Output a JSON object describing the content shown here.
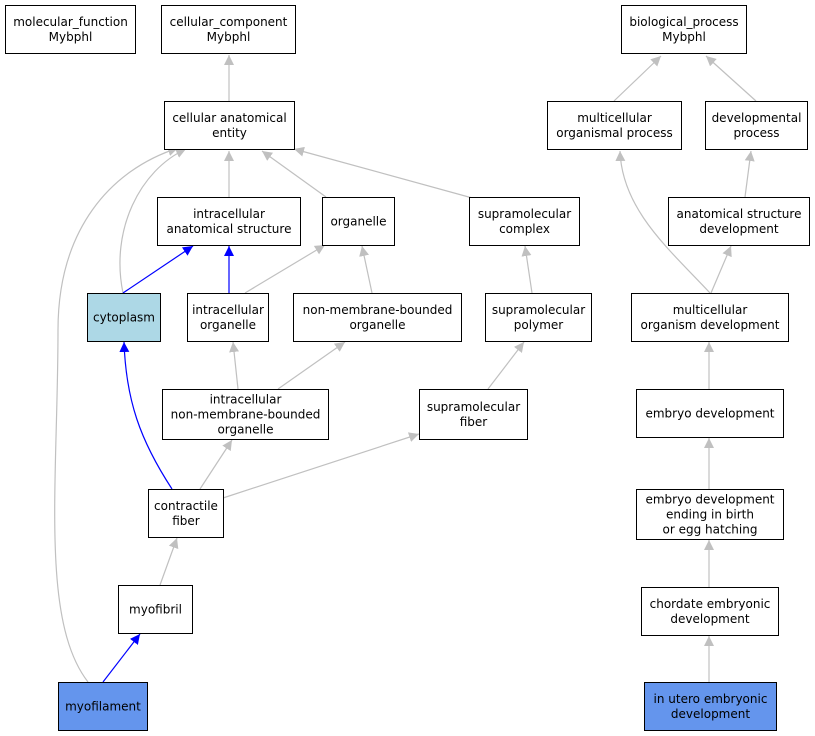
{
  "colors": {
    "default_fill": "#ffffff",
    "cytoplasm_fill": "#add8e6",
    "highlight_fill": "#6495ed",
    "edge_gray": "#c0c0c0",
    "edge_blue": "#0000ff",
    "border": "#000000"
  },
  "nodes": [
    {
      "id": "molecular_function",
      "lines": [
        "molecular_function",
        "Mybphl"
      ],
      "fill": "default"
    },
    {
      "id": "cellular_component",
      "lines": [
        "cellular_component",
        "Mybphl"
      ],
      "fill": "default"
    },
    {
      "id": "biological_process",
      "lines": [
        "biological_process",
        "Mybphl"
      ],
      "fill": "default"
    },
    {
      "id": "cellular_anatomical_entity",
      "lines": [
        "cellular anatomical",
        "entity"
      ],
      "fill": "default"
    },
    {
      "id": "multicellular_organismal_process",
      "lines": [
        "multicellular",
        "organismal process"
      ],
      "fill": "default"
    },
    {
      "id": "developmental_process",
      "lines": [
        "developmental",
        "process"
      ],
      "fill": "default"
    },
    {
      "id": "intracellular_anatomical_structure",
      "lines": [
        "intracellular",
        "anatomical structure"
      ],
      "fill": "default"
    },
    {
      "id": "organelle",
      "lines": [
        "organelle"
      ],
      "fill": "default"
    },
    {
      "id": "supramolecular_complex",
      "lines": [
        "supramolecular",
        "complex"
      ],
      "fill": "default"
    },
    {
      "id": "anatomical_structure_development",
      "lines": [
        "anatomical structure",
        "development"
      ],
      "fill": "default"
    },
    {
      "id": "cytoplasm",
      "lines": [
        "cytoplasm"
      ],
      "fill": "cytoplasm"
    },
    {
      "id": "intracellular_organelle",
      "lines": [
        "intracellular",
        "organelle"
      ],
      "fill": "default"
    },
    {
      "id": "non_membrane_bounded_organelle",
      "lines": [
        "non-membrane-bounded",
        "organelle"
      ],
      "fill": "default"
    },
    {
      "id": "supramolecular_polymer",
      "lines": [
        "supramolecular",
        "polymer"
      ],
      "fill": "default"
    },
    {
      "id": "multicellular_organism_development",
      "lines": [
        "multicellular",
        "organism development"
      ],
      "fill": "default"
    },
    {
      "id": "intracellular_nmb_organelle",
      "lines": [
        "intracellular",
        "non-membrane-bounded",
        "organelle"
      ],
      "fill": "default"
    },
    {
      "id": "supramolecular_fiber",
      "lines": [
        "supramolecular",
        "fiber"
      ],
      "fill": "default"
    },
    {
      "id": "embryo_development",
      "lines": [
        "embryo development"
      ],
      "fill": "default"
    },
    {
      "id": "contractile_fiber",
      "lines": [
        "contractile",
        "fiber"
      ],
      "fill": "default"
    },
    {
      "id": "embryo_development_birth",
      "lines": [
        "embryo development",
        "ending in birth",
        "or egg hatching"
      ],
      "fill": "default"
    },
    {
      "id": "myofibril",
      "lines": [
        "myofibril"
      ],
      "fill": "default"
    },
    {
      "id": "chordate_embryonic_development",
      "lines": [
        "chordate embryonic",
        "development"
      ],
      "fill": "default"
    },
    {
      "id": "myofilament",
      "lines": [
        "myofilament"
      ],
      "fill": "highlight"
    },
    {
      "id": "in_utero_embryonic_development",
      "lines": [
        "in utero embryonic",
        "development"
      ],
      "fill": "highlight"
    }
  ],
  "edges": [
    {
      "from": "cellular_anatomical_entity",
      "to": "cellular_component",
      "color": "gray"
    },
    {
      "from": "multicellular_organismal_process",
      "to": "biological_process",
      "color": "gray"
    },
    {
      "from": "developmental_process",
      "to": "biological_process",
      "color": "gray"
    },
    {
      "from": "intracellular_anatomical_structure",
      "to": "cellular_anatomical_entity",
      "color": "gray"
    },
    {
      "from": "organelle",
      "to": "cellular_anatomical_entity",
      "color": "gray"
    },
    {
      "from": "supramolecular_complex",
      "to": "cellular_anatomical_entity",
      "color": "gray"
    },
    {
      "from": "cytoplasm",
      "to": "cellular_anatomical_entity",
      "color": "gray"
    },
    {
      "from": "myofilament",
      "to": "cellular_anatomical_entity",
      "color": "gray"
    },
    {
      "from": "anatomical_structure_development",
      "to": "developmental_process",
      "color": "gray"
    },
    {
      "from": "cytoplasm",
      "to": "intracellular_anatomical_structure",
      "color": "blue"
    },
    {
      "from": "intracellular_organelle",
      "to": "intracellular_anatomical_structure",
      "color": "blue"
    },
    {
      "from": "intracellular_organelle",
      "to": "organelle",
      "color": "gray"
    },
    {
      "from": "non_membrane_bounded_organelle",
      "to": "organelle",
      "color": "gray"
    },
    {
      "from": "supramolecular_polymer",
      "to": "supramolecular_complex",
      "color": "gray"
    },
    {
      "from": "multicellular_organism_development",
      "to": "anatomical_structure_development",
      "color": "gray"
    },
    {
      "from": "multicellular_organism_development",
      "to": "multicellular_organismal_process",
      "color": "gray"
    },
    {
      "from": "intracellular_nmb_organelle",
      "to": "intracellular_organelle",
      "color": "gray"
    },
    {
      "from": "intracellular_nmb_organelle",
      "to": "non_membrane_bounded_organelle",
      "color": "gray"
    },
    {
      "from": "supramolecular_fiber",
      "to": "supramolecular_polymer",
      "color": "gray"
    },
    {
      "from": "embryo_development",
      "to": "multicellular_organism_development",
      "color": "gray"
    },
    {
      "from": "contractile_fiber",
      "to": "cytoplasm",
      "color": "blue"
    },
    {
      "from": "contractile_fiber",
      "to": "intracellular_nmb_organelle",
      "color": "gray"
    },
    {
      "from": "contractile_fiber",
      "to": "supramolecular_fiber",
      "color": "gray"
    },
    {
      "from": "embryo_development_birth",
      "to": "embryo_development",
      "color": "gray"
    },
    {
      "from": "myofibril",
      "to": "contractile_fiber",
      "color": "gray"
    },
    {
      "from": "chordate_embryonic_development",
      "to": "embryo_development_birth",
      "color": "gray"
    },
    {
      "from": "myofilament",
      "to": "myofibril",
      "color": "blue"
    },
    {
      "from": "in_utero_embryonic_development",
      "to": "chordate_embryonic_development",
      "color": "gray"
    }
  ]
}
